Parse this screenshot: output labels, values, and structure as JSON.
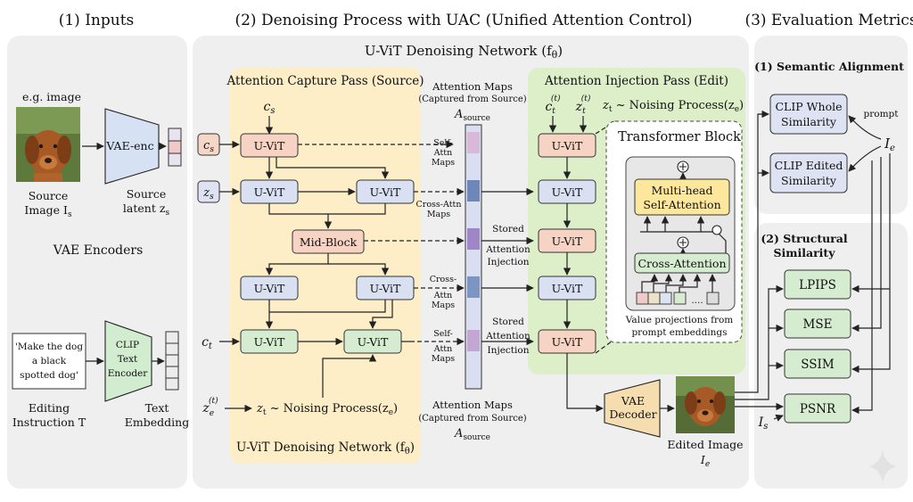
{
  "sections": {
    "inputs": "(1) Inputs",
    "denoising": "(2) Denoising Process with UAC (Unified Attention Control)",
    "evaluation": "(3) Evaluation Metrics"
  },
  "inputs": {
    "eg_image": "e.g. image",
    "source_image_label": [
      "Source",
      "Image I"
    ],
    "source_image_sub": "s",
    "vae_enc": "VAE-enc",
    "source_latent": [
      "Source",
      "latent z"
    ],
    "source_latent_sub": "s",
    "vae_encoders": "VAE Encoders",
    "instruction": [
      "'Make the dog",
      "a black",
      "spotted dog'"
    ],
    "clip_encoder": [
      "CLIP",
      "Text",
      "Encoder"
    ],
    "editing_instruction": [
      "Editing",
      "Instruction T"
    ],
    "text_embedding": [
      "Text",
      "Embedding"
    ]
  },
  "denoise": {
    "network_title": "U-ViT Denoising Network (f",
    "network_title_sub": "θ",
    "capture_title": "Attention Capture Pass (Source)",
    "capture_footer": "U-ViT Denoising Network (f",
    "uvit": "U-ViT",
    "mid_block": "Mid-Block",
    "c_s": "c",
    "c_s_sub": "s",
    "z_s": "z",
    "z_s_sub": "s",
    "c_t": "c",
    "c_t_sub": "t",
    "z_e": "z",
    "z_e_sub": "e",
    "z_e_sup": "(t)",
    "noising_bottom": "z",
    "noising_bottom_rest": " ~ Noising Process(z",
    "self_attn_maps": [
      "Self-",
      "Attn",
      "Maps"
    ],
    "cross_attn_maps": [
      "Cross-Attn",
      "Maps"
    ],
    "cross_attn_maps2": [
      "Cross-",
      "Attn",
      "Maps"
    ],
    "attn_maps_top": [
      "Attention Maps",
      "(Captured from Source)"
    ],
    "attn_maps_bottom": [
      "Attention Maps",
      "(Captured from Source)"
    ],
    "a_source": "A",
    "a_source_sub": "source",
    "stored_injection": [
      "Stored",
      "Attention",
      "Injection"
    ],
    "injection_title": "Attention Injection Pass (Edit)",
    "noising_top_rest": " ~ Noising Process(z",
    "transformer_block": "Transformer Block",
    "mhsa": [
      "Multi-head",
      "Self-Attention"
    ],
    "cross_attention": "Cross-Attention",
    "value_proj": [
      "Value projections from",
      "prompt embeddings"
    ],
    "vae_decoder": [
      "VAE",
      "Decoder"
    ],
    "edited_image": [
      "Edited Image",
      "I"
    ],
    "edited_image_sub": "e"
  },
  "evaluation": {
    "semantic_title": "(1) Semantic Alignment",
    "clip_whole": [
      "CLIP Whole",
      "Similarity"
    ],
    "clip_edited": [
      "CLIP Edited",
      "Similarity"
    ],
    "prompt": "prompt",
    "i_e": "I",
    "i_e_sub": "e",
    "structural_title": [
      "(2) Structural",
      "Similarity"
    ],
    "metrics": [
      "LPIPS",
      "MSE",
      "SSIM",
      "PSNR"
    ],
    "i_s": "I",
    "i_s_sub": "s"
  }
}
